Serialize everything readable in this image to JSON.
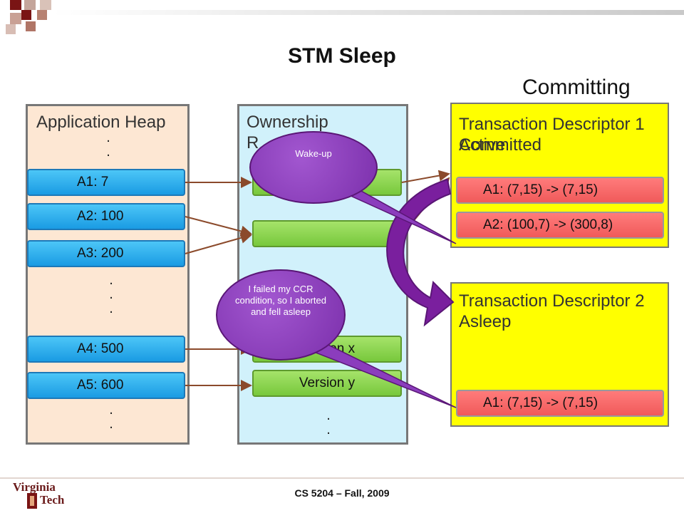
{
  "slide": {
    "title": "STM Sleep",
    "heading": "Committing",
    "footer": "CS 5204 – Fall, 2009",
    "logo_text": "Virginia Tech"
  },
  "heap": {
    "title": "Application Heap",
    "cells": [
      "A1: 7",
      "A2: 100",
      "A3: 200",
      "A4: 500",
      "A5: 600"
    ]
  },
  "ownership": {
    "title_line1": "Ownership",
    "title_line2": "R",
    "cells": [
      "Version x",
      "Version y"
    ]
  },
  "descriptor1": {
    "title": "Transaction Descriptor 1",
    "status_old": "Active",
    "status_new": "Committed",
    "entries": [
      "A1: (7,15) -> (7,15)",
      "A2: (100,7) -> (300,8)"
    ]
  },
  "descriptor2": {
    "title": "Transaction Descriptor 2",
    "status": "Asleep",
    "entries": [
      "A1: (7,15) -> (7,15)"
    ]
  },
  "bubbles": {
    "wakeup": "Wake-up",
    "failed": "I failed my CCR condition, so I aborted and fell asleep"
  },
  "dots": "."
}
